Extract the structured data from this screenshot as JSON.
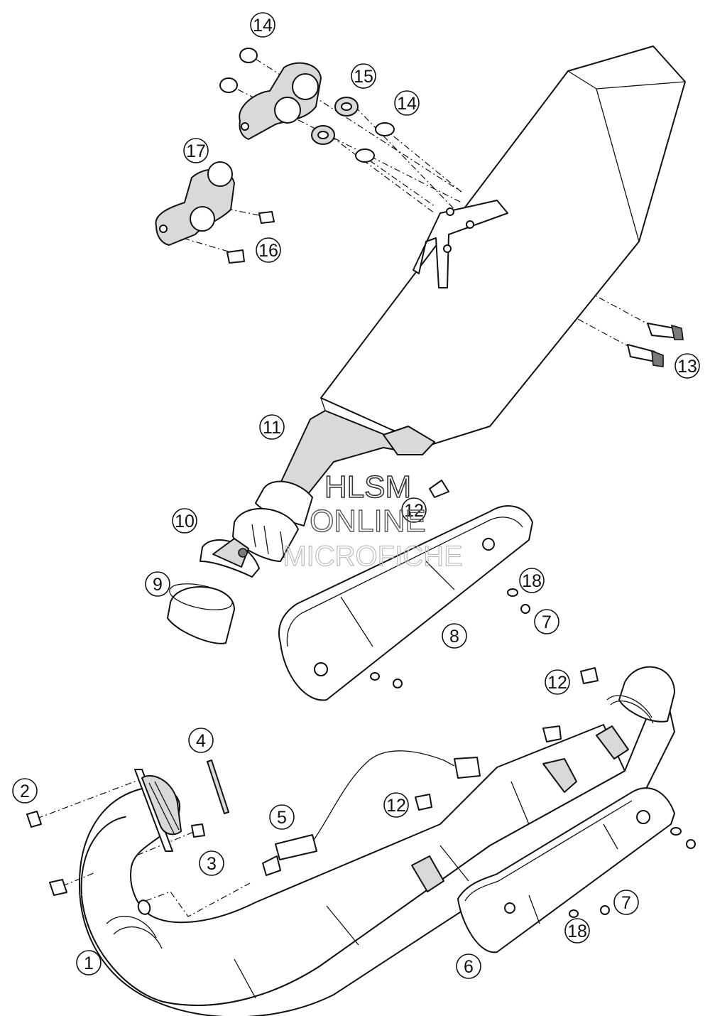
{
  "callouts": [
    {
      "id": "c-14-top",
      "label": "14"
    },
    {
      "id": "c-15",
      "label": "15"
    },
    {
      "id": "c-14-mid",
      "label": "14"
    },
    {
      "id": "c-17",
      "label": "17"
    },
    {
      "id": "c-16",
      "label": "16"
    },
    {
      "id": "c-13",
      "label": "13"
    },
    {
      "id": "c-11",
      "label": "11"
    },
    {
      "id": "c-12-top",
      "label": "12"
    },
    {
      "id": "c-10",
      "label": "10"
    },
    {
      "id": "c-9",
      "label": "9"
    },
    {
      "id": "c-18-top",
      "label": "18"
    },
    {
      "id": "c-7-top",
      "label": "7"
    },
    {
      "id": "c-8",
      "label": "8"
    },
    {
      "id": "c-12-right",
      "label": "12"
    },
    {
      "id": "c-4",
      "label": "4"
    },
    {
      "id": "c-2",
      "label": "2"
    },
    {
      "id": "c-5",
      "label": "5"
    },
    {
      "id": "c-12-mid",
      "label": "12"
    },
    {
      "id": "c-3",
      "label": "3"
    },
    {
      "id": "c-7-bottom",
      "label": "7"
    },
    {
      "id": "c-18-bottom",
      "label": "18"
    },
    {
      "id": "c-1",
      "label": "1"
    },
    {
      "id": "c-6",
      "label": "6"
    }
  ],
  "watermark": {
    "line1": "HLSM",
    "line2": "ONLINE",
    "line3": "MICROFICHE"
  },
  "colors": {
    "line": "#111111",
    "paper": "#ffffff",
    "fill_shade": "#d9d9d9"
  }
}
